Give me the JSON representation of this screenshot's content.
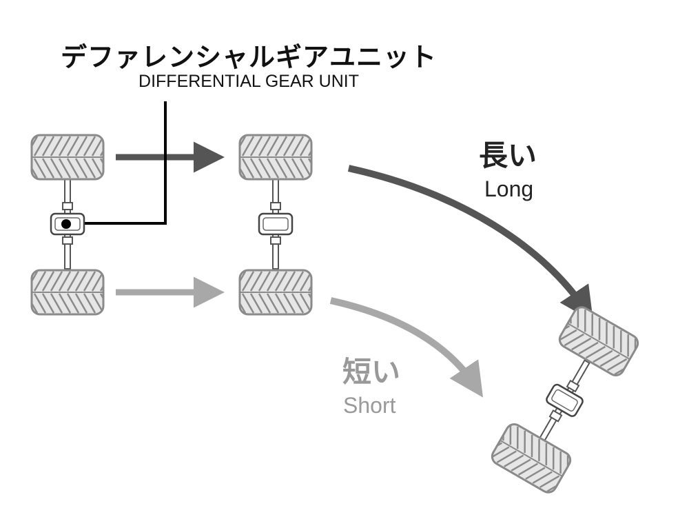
{
  "title": {
    "jp": "デファレンシャルギアユニット",
    "en": "DIFFERENTIAL GEAR UNIT"
  },
  "labels": {
    "long_jp": "長い",
    "long_en": "Long",
    "short_jp": "短い",
    "short_en": "Short"
  },
  "colors": {
    "long_path": "#555555",
    "short_path": "#a8a8a8",
    "tire_stroke": "#8a8a8a",
    "tire_fill": "#e6e6e6",
    "leader": "#000000"
  }
}
